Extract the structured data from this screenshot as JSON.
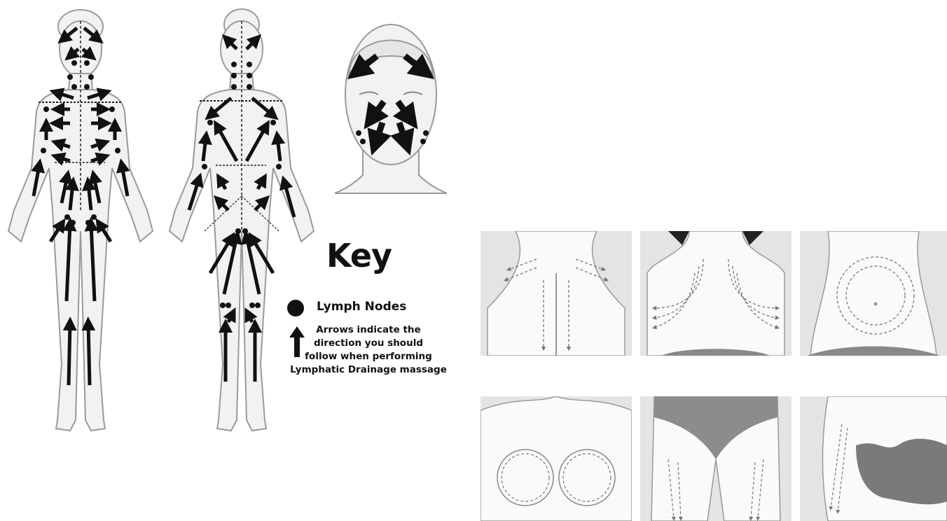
{
  "key": {
    "title": "Key",
    "lymph_nodes_label": "Lymph Nodes",
    "arrow_description_lines": [
      "Arrows indicate the",
      "direction you should",
      "follow when performing",
      "Lymphatic Drainage massage"
    ]
  },
  "figures": {
    "front_body": "body-front-icon",
    "back_body": "body-back-icon",
    "face": "face-icon"
  },
  "panels": [
    {
      "name": "upper-back-panel",
      "icon": "upper-back-icon"
    },
    {
      "name": "neck-shoulders-panel",
      "icon": "neck-shoulders-icon"
    },
    {
      "name": "abdomen-panel",
      "icon": "abdomen-icon"
    },
    {
      "name": "chest-panel",
      "icon": "chest-icon"
    },
    {
      "name": "thighs-panel",
      "icon": "thighs-icon"
    },
    {
      "name": "arm-panel",
      "icon": "arm-icon"
    }
  ],
  "colors": {
    "ink": "#111111",
    "outline": "#8a8a8a",
    "skin": "#f2f2f2",
    "panel_bg": "#e4e4e4",
    "garment": "#8c8c8c"
  }
}
